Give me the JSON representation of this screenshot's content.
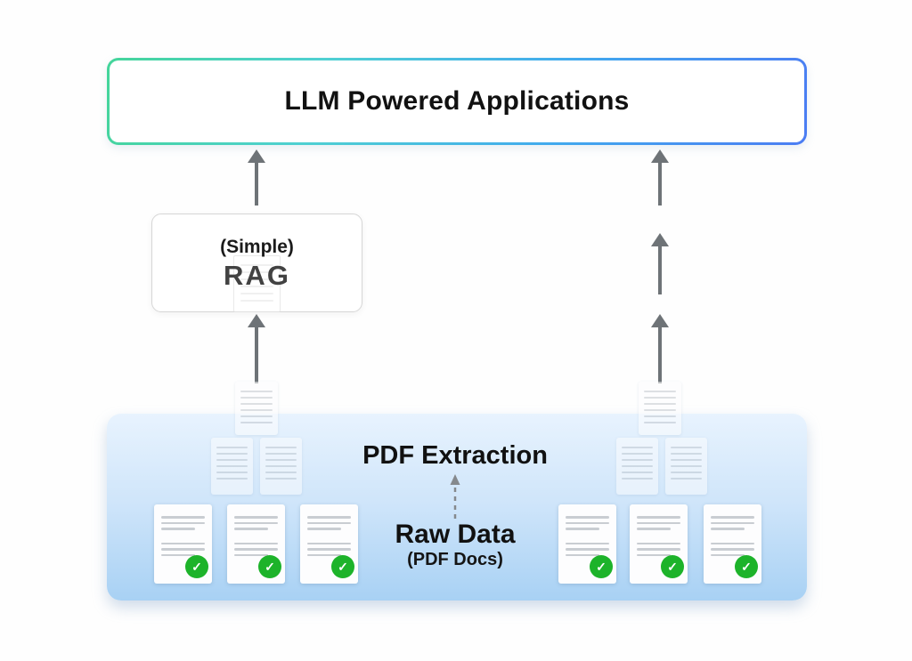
{
  "labels": {
    "llm_box": "LLM Powered Applications",
    "rag_line1": "(Simple)",
    "rag_line2": "RAG",
    "pdf_extraction": "PDF Extraction",
    "raw_data": "Raw Data",
    "raw_data_sub": "(PDF Docs)"
  },
  "icons": {
    "check_glyph": "✓"
  },
  "colors": {
    "gradient_start": "#44d59a",
    "gradient_teal": "#4fd0d2",
    "gradient_sky": "#41a9ee",
    "gradient_end": "#4b7cf3",
    "panel_top": "#e8f3fe",
    "panel_bottom": "#a8d1f4",
    "arrow_gray": "#6e7377",
    "dashed_arrow_gray": "#85898d",
    "check_green": "#1db32a",
    "doc_line_gray": "#c9cdd2",
    "text_black": "#111111"
  }
}
